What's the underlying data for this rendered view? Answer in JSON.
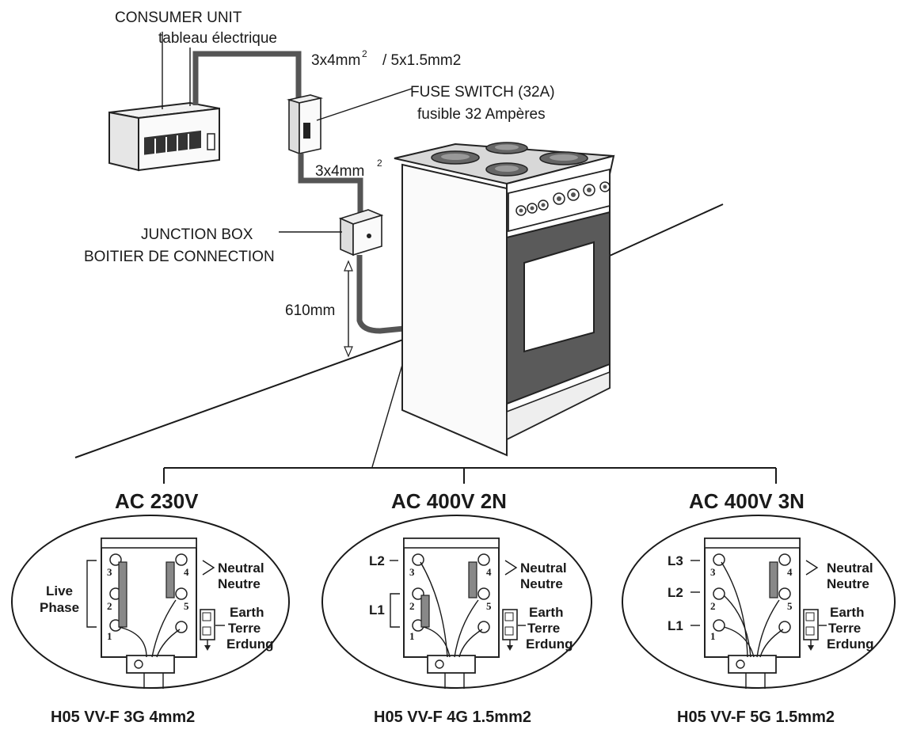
{
  "labels": {
    "consumer_unit": "CONSUMER UNIT",
    "consumer_unit_fr": "tableau électrique",
    "cable_top": "3x4mm",
    "cable_top_sup": "2",
    "cable_top_alt": "/ 5x1.5mm2",
    "fuse_switch": "FUSE SWITCH (32A)",
    "fuse_switch_fr": "fusible 32 Ampères",
    "cable_mid": "3x4mm",
    "cable_mid_sup": "2",
    "junction_box": "JUNCTION BOX",
    "junction_box_fr": "BOITIER DE CONNECTION",
    "height": "610mm"
  },
  "panels": [
    {
      "title": "AC 230V",
      "cable": "H05 VV-F 3G 4mm2",
      "left_labels": [
        "Live",
        "Phase"
      ],
      "neutral": [
        "Neutral",
        "Neutre"
      ],
      "earth": [
        "Earth",
        "Terre",
        "Erdung"
      ],
      "terminals": [
        "3",
        "2",
        "1",
        "4",
        "5"
      ]
    },
    {
      "title": "AC 400V 2N",
      "cable": "H05 VV-F 4G 1.5mm2",
      "left_labels": [
        "L2",
        "L1"
      ],
      "neutral": [
        "Neutral",
        "Neutre"
      ],
      "earth": [
        "Earth",
        "Terre",
        "Erdung"
      ],
      "terminals": [
        "3",
        "2",
        "1",
        "4",
        "5"
      ]
    },
    {
      "title": "AC 400V 3N",
      "cable": "H05 VV-F 5G 1.5mm2",
      "left_labels": [
        "L3",
        "L2",
        "L1"
      ],
      "neutral": [
        "Neutral",
        "Neutre"
      ],
      "earth": [
        "Earth",
        "Terre",
        "Erdung"
      ],
      "terminals": [
        "3",
        "2",
        "1",
        "4",
        "5"
      ]
    }
  ]
}
